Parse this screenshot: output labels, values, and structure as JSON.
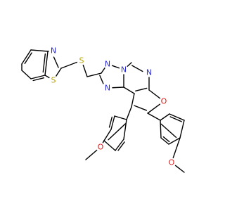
{
  "colors": {
    "bond": "#000000",
    "C": "#000000",
    "N": "#2b2bd6",
    "O": "#e01b1b",
    "S": "#b8a100"
  },
  "atoms": {
    "n_btz": {
      "label": "N",
      "element": "N"
    },
    "s_btz": {
      "label": "S",
      "element": "S"
    },
    "s_thio": {
      "label": "S",
      "element": "S"
    },
    "n_tz1": {
      "label": "N",
      "element": "N"
    },
    "n_tz2": {
      "label": "N",
      "element": "N"
    },
    "n_tz3": {
      "label": "N",
      "element": "N"
    },
    "n_pym": {
      "label": "N",
      "element": "N"
    },
    "o_furan": {
      "label": "O",
      "element": "O"
    },
    "o_ome1": {
      "label": "O",
      "element": "O"
    },
    "o_ome2": {
      "label": "O",
      "element": "O"
    }
  }
}
